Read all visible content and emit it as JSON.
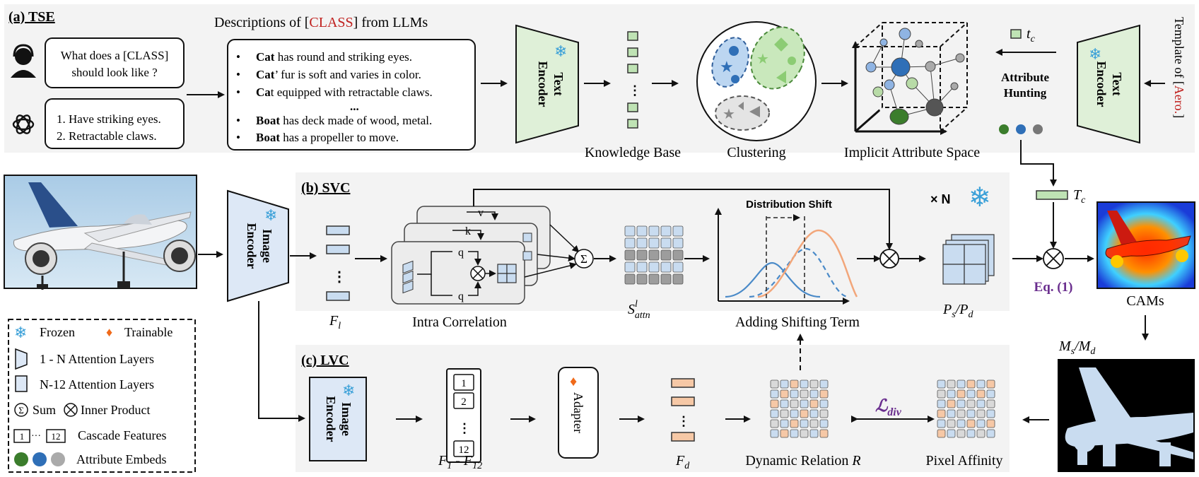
{
  "tse": {
    "title": "(a) TSE",
    "desc_heading_pre": "Descriptions of [",
    "desc_heading_class": "CLASS",
    "desc_heading_post": "]  from LLMs",
    "question_line1": "What does a [CLASS]",
    "question_line2": "should look like  ?",
    "answer_line1": "1. Have striking eyes.",
    "answer_line2": "2. Retractable claws.",
    "descriptions": [
      {
        "bold": "Cat",
        "rest": " has round and striking eyes."
      },
      {
        "bold": "Cat",
        "rest": "’ fur is soft and varies in color."
      },
      {
        "bold": "Ca",
        "rest": "t equipped with retractable claws."
      },
      {
        "bold": "",
        "rest": "..."
      },
      {
        "bold": "Boat",
        "rest": " has deck made of wood, metal."
      },
      {
        "bold": "Boat",
        "rest": " has a propeller to move."
      }
    ],
    "text_encoder_line1": "Text",
    "text_encoder_line2": "Encoder",
    "knowledge_base": "Knowledge Base",
    "clustering": "Clustering",
    "implicit_space": "Implicit Attribute Space",
    "attribute_hunting_line1": "Attribute",
    "attribute_hunting_line2": "Hunting",
    "tc_label": "t",
    "tc_sub": "c",
    "template_pre": "Template of [",
    "template_class": "Aero.",
    "template_post": "]"
  },
  "svc": {
    "title": "(b) SVC",
    "image_encoder_line1": "Image",
    "image_encoder_line2": "Encoder",
    "fl_main": "F",
    "fl_sub": "l",
    "intra_correlation": "Intra Correlation",
    "q_label": "q",
    "k_label": "k",
    "v_label": "v",
    "sum_symbol": "Σ",
    "s_main": "S",
    "s_sup": "l",
    "s_sub": "attn",
    "distribution_shift": "Distribution Shift",
    "adding_shifting": "Adding Shifting Term",
    "times_n": "× N",
    "ps_pd": "P",
    "ps_sub": "s",
    "pd_sub": "d",
    "Tc_label": "T",
    "Tc_sub": "c",
    "eq1": "Eq. (1)",
    "cams": "CAMs",
    "ms_md": "M",
    "ms_sub": "s",
    "md_sub": "d"
  },
  "lvc": {
    "title": "(c) LVC",
    "image_encoder_line1": "Image",
    "image_encoder_line2": "Encoder",
    "cascade_1": "1",
    "cascade_2": "2",
    "cascade_12": "12",
    "f1f12_main": "F",
    "f1_sub": "1",
    "f12_sub": "12",
    "adapter": "Adapter",
    "fd_main": "F",
    "fd_sub": "d",
    "dynamic_relation": "Dynamic Relation",
    "r_symbol": "R",
    "ldiv_main": "ℒ",
    "ldiv_sub": "div",
    "pixel_affinity": "Pixel Affinity"
  },
  "legend": {
    "frozen": "Frozen",
    "trainable": "Trainable",
    "attn_1n": "1 - N Attention Layers",
    "attn_n12": "N-12 Attention Layers",
    "sum": "Sum",
    "inner_product": "Inner Product",
    "cascade_from": "1",
    "cascade_to": "12",
    "cascade_features": "Cascade Features",
    "attribute_embeds": "Attribute Embeds"
  },
  "colors": {
    "panel_bg": "#f3f3f3",
    "encoder_green": "#dff0d8",
    "encoder_blue": "#dde8f6",
    "red_text": "#c0201e",
    "purple": "#6a2e8e",
    "attr_green": "#3b7d2c",
    "attr_blue": "#2f6fb7",
    "attr_gray": "#9a9a9a",
    "cell_blue": "#c9dcf0",
    "cell_orange": "#f6c8a6",
    "cell_gray": "#9d9d9d",
    "curve_blue": "#4a8ac8",
    "curve_orange": "#f2a67a"
  }
}
